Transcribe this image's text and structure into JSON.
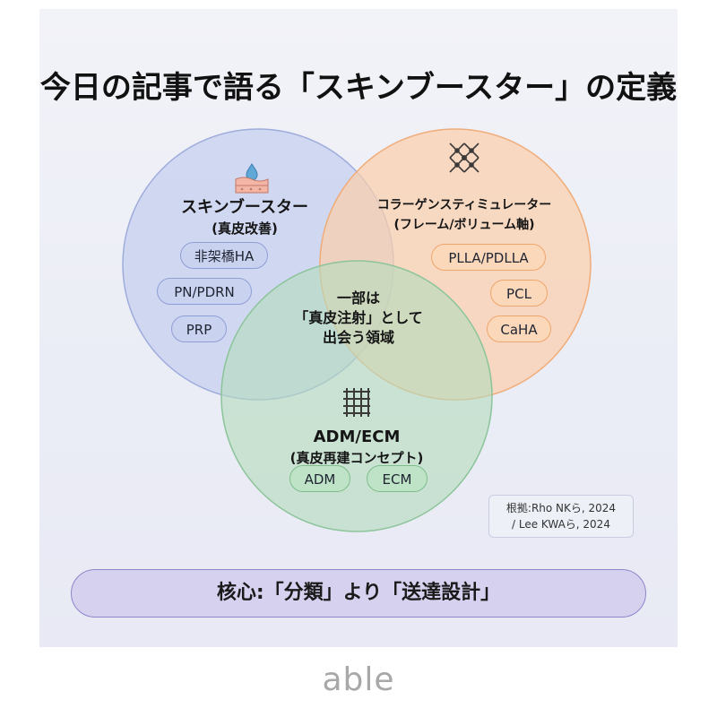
{
  "title": "今日の記事で語る「スキンブースター」の定義",
  "circles": {
    "skin_booster": {
      "title": "スキンブースター",
      "subtitle": "(真皮改善)",
      "icon": "skin-droplet-icon",
      "items": [
        "非架橋HA",
        "PN/PDRN",
        "PRP"
      ],
      "color": "#c8d2ef"
    },
    "collagen": {
      "title": "コラーゲンスティミュレーター",
      "subtitle": "(フレーム/ボリューム軸)",
      "icon": "lattice-network-icon",
      "items": [
        "PLLA/PDLLA",
        "PCL",
        "CaHA"
      ],
      "color": "#fbd3b2"
    },
    "adm_ecm": {
      "title": "ADM/ECM",
      "subtitle": "(真皮再建コンセプト)",
      "icon": "mesh-grid-icon",
      "items": [
        "ADM",
        "ECM"
      ],
      "color": "#c0e2c6"
    }
  },
  "center": {
    "lines": [
      "一部は",
      "「真皮注射」として",
      "出会う領域"
    ]
  },
  "reference": {
    "lines": [
      "根拠:Rho NKら, 2024",
      "/ Lee KWAら, 2024"
    ]
  },
  "banner": "核心:「分類」より「送達設計」",
  "logo": "able"
}
